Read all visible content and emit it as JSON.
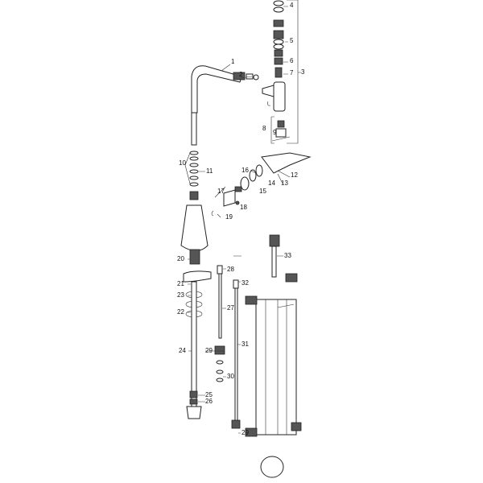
{
  "parts": {
    "p1": "1",
    "p2": "2",
    "p3": "3",
    "p4": "4",
    "p5": "5",
    "p6": "6",
    "p7": "7",
    "p8": "8",
    "p9": "9",
    "p10": "10",
    "p11": "11",
    "p12": "12",
    "p13": "13",
    "p14": "14",
    "p15": "15",
    "p16": "16",
    "p17": "17",
    "p18": "18",
    "p19": "19",
    "p20": "20",
    "p21": "21",
    "p22": "22",
    "p23": "23",
    "p24": "24",
    "p25": "25",
    "p26": "26",
    "p27": "27",
    "p28": "28",
    "p29": "29",
    "p29b": "29",
    "p30": "30",
    "p31": "31",
    "p32": "32",
    "p33": "33"
  }
}
